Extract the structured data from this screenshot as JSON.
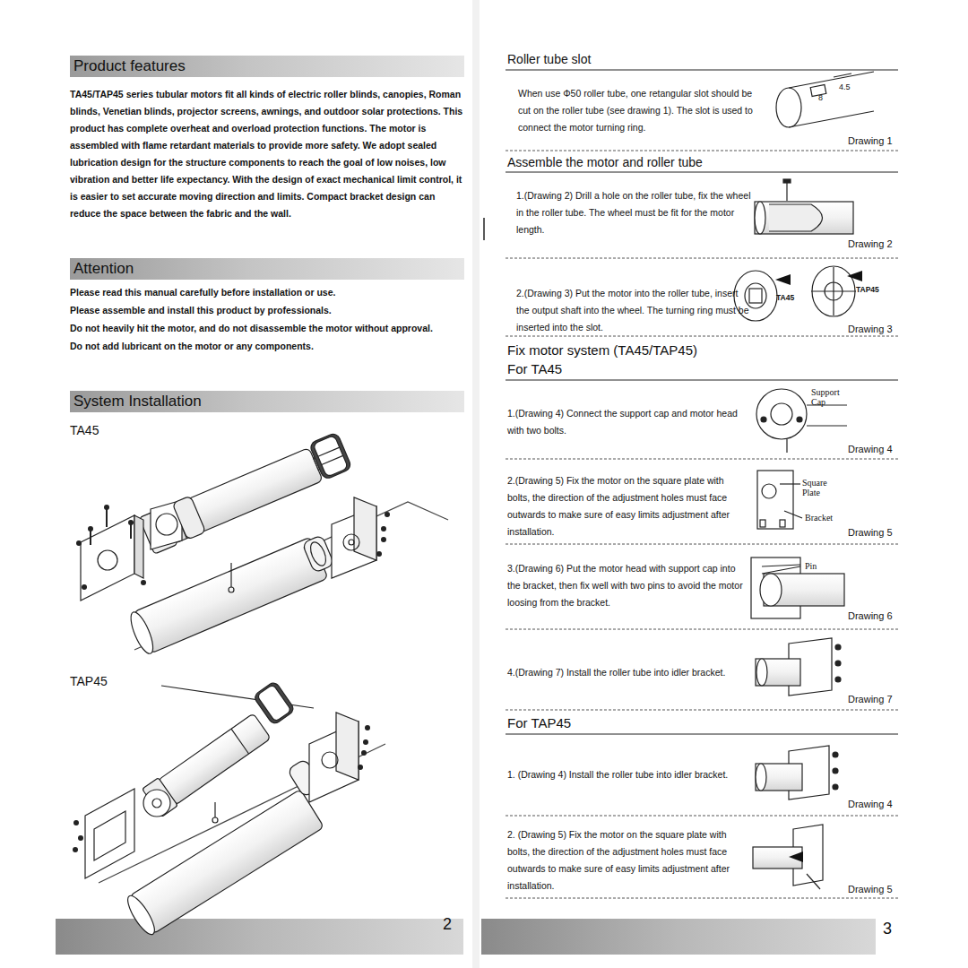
{
  "diagram": {
    "nodes": [
      {
        "text": [
          "Product features"
        ]
      },
      {
        "text": [
          "Attention"
        ]
      },
      {
        "text": [
          "System Installation"
        ]
      }
    ],
    "labels": [
      "TA45/TAP45 series tubular motors fit all kinds of electric roller blinds, canopies, Roman blinds, Venetian blinds, projector screens, awnings, and outdoor solar protections. This product has complete overheat and overload protection functions. The motor is assembled with flame retardant materials to provide more safety. We adopt sealed lubrication design for the structure components to reach the goal of low noises, low vibration and better life expectancy. With the design of exact mechanical limit control, it is easier to set accurate moving direction and limits. Compact bracket design can reduce the space between the fabric and the wall.",
      "Please read this manual carefully before installation or use.",
      "Please assemble and install this product by professionals.",
      "Do not heavily hit the motor, and do not disassemble the motor without approval.",
      "Do not add lubricant on the motor or any components.",
      "TA45",
      "TAP45",
      "2",
      "Roller tube slot",
      "When use Φ50 roller tube, one retangular slot should be cut on the roller tube (see drawing 1). The slot is used to connect the motor turning ring.",
      "8",
      "4.5",
      "Drawing 1",
      "Assemble the motor and roller tube",
      "1.(Drawing 2) Drill a hole on the roller tube, fix the wheel in the roller tube. The wheel must be fit for the motor length.",
      "Drawing 2",
      "2.(Drawing 3) Put the motor into the roller tube, insert the output shaft into the wheel. The turning ring must be inserted into the slot.",
      "TA45",
      "TAP45",
      "Drawing 3",
      "Fix motor system (TA45/TAP45)",
      "For TA45",
      "1.(Drawing 4) Connect the support cap and motor head with two bolts.",
      "Support Cap",
      "Drawing 4",
      "2.(Drawing 5) Fix the motor on the square plate with bolts, the direction of the adjustment holes must face outwards to make sure of easy limits adjustment after installation.",
      "Square Plate",
      "Bracket",
      "Drawing 5",
      "3.(Drawing 6) Put the motor head with support cap into the bracket, then fix well with two pins to avoid the motor loosing from the bracket.",
      "Pin",
      "Drawing 6",
      "4.(Drawing 7) Install the roller tube into idler bracket.",
      "Drawing 7",
      "For TAP45",
      "1. (Drawing 4) Install the roller tube into idler bracket.",
      "Drawing 4",
      "2. (Drawing 5) Fix the motor on the square plate with bolts, the direction of the adjustment holes must face outwards to make sure of easy limits adjustment after installation.",
      "Drawing 5",
      "3"
    ]
  }
}
